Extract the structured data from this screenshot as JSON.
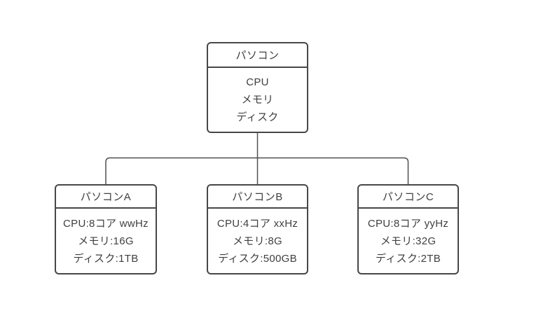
{
  "diagram": {
    "background_color": "#ffffff",
    "line_color": "#4f4f4f",
    "text_color": "#3f3f3f",
    "root": {
      "title": "パソコン",
      "attributes": [
        "CPU",
        "メモリ",
        "ディスク"
      ]
    },
    "children": [
      {
        "title": "パソコンA",
        "attributes": [
          "CPU:8コア wwHz",
          "メモリ:16G",
          "ディスク:1TB"
        ]
      },
      {
        "title": "パソコンB",
        "attributes": [
          "CPU:4コア xxHz",
          "メモリ:8G",
          "ディスク:500GB"
        ]
      },
      {
        "title": "パソコンC",
        "attributes": [
          "CPU:8コア yyHz",
          "メモリ:32G",
          "ディスク:2TB"
        ]
      }
    ]
  }
}
